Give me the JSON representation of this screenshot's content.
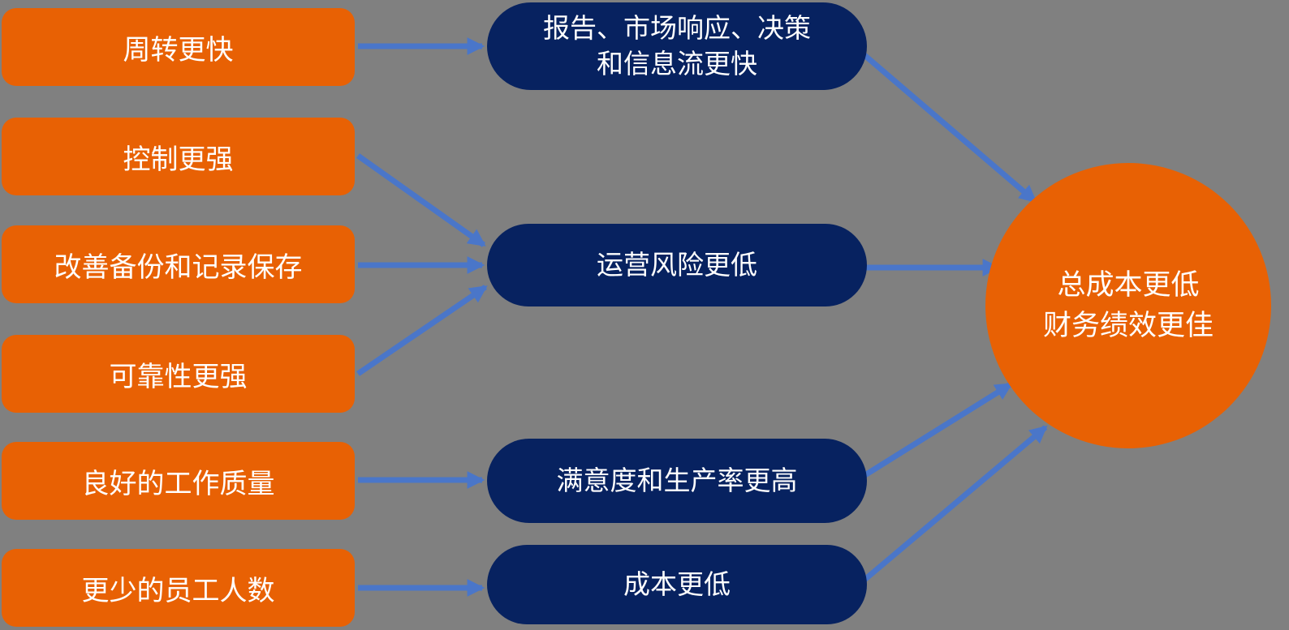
{
  "diagram": {
    "background_color": "#808080",
    "colors": {
      "source_box": "#E86104",
      "intermediate_box": "#072260",
      "result_circle": "#E86104",
      "arrow": "#4A76C9",
      "text": "#FFFFFF"
    },
    "left_boxes": [
      "周转更快",
      "控制更强",
      "改善备份和记录保存",
      "可靠性更强",
      "良好的工作质量",
      "更少的员工人数"
    ],
    "middle_boxes": [
      "报告、市场响应、决策\n和信息流更快",
      "运营风险更低",
      "满意度和生产率更高",
      "成本更低"
    ],
    "result": "总成本更低\n财务绩效更佳",
    "connections": [
      {
        "from": "left-0",
        "to": "mid-0"
      },
      {
        "from": "left-1",
        "to": "mid-1"
      },
      {
        "from": "left-2",
        "to": "mid-1"
      },
      {
        "from": "left-3",
        "to": "mid-1"
      },
      {
        "from": "left-4",
        "to": "mid-2"
      },
      {
        "from": "left-5",
        "to": "mid-3"
      },
      {
        "from": "mid-0",
        "to": "result"
      },
      {
        "from": "mid-1",
        "to": "result"
      },
      {
        "from": "mid-2",
        "to": "result"
      },
      {
        "from": "mid-3",
        "to": "result"
      }
    ]
  }
}
